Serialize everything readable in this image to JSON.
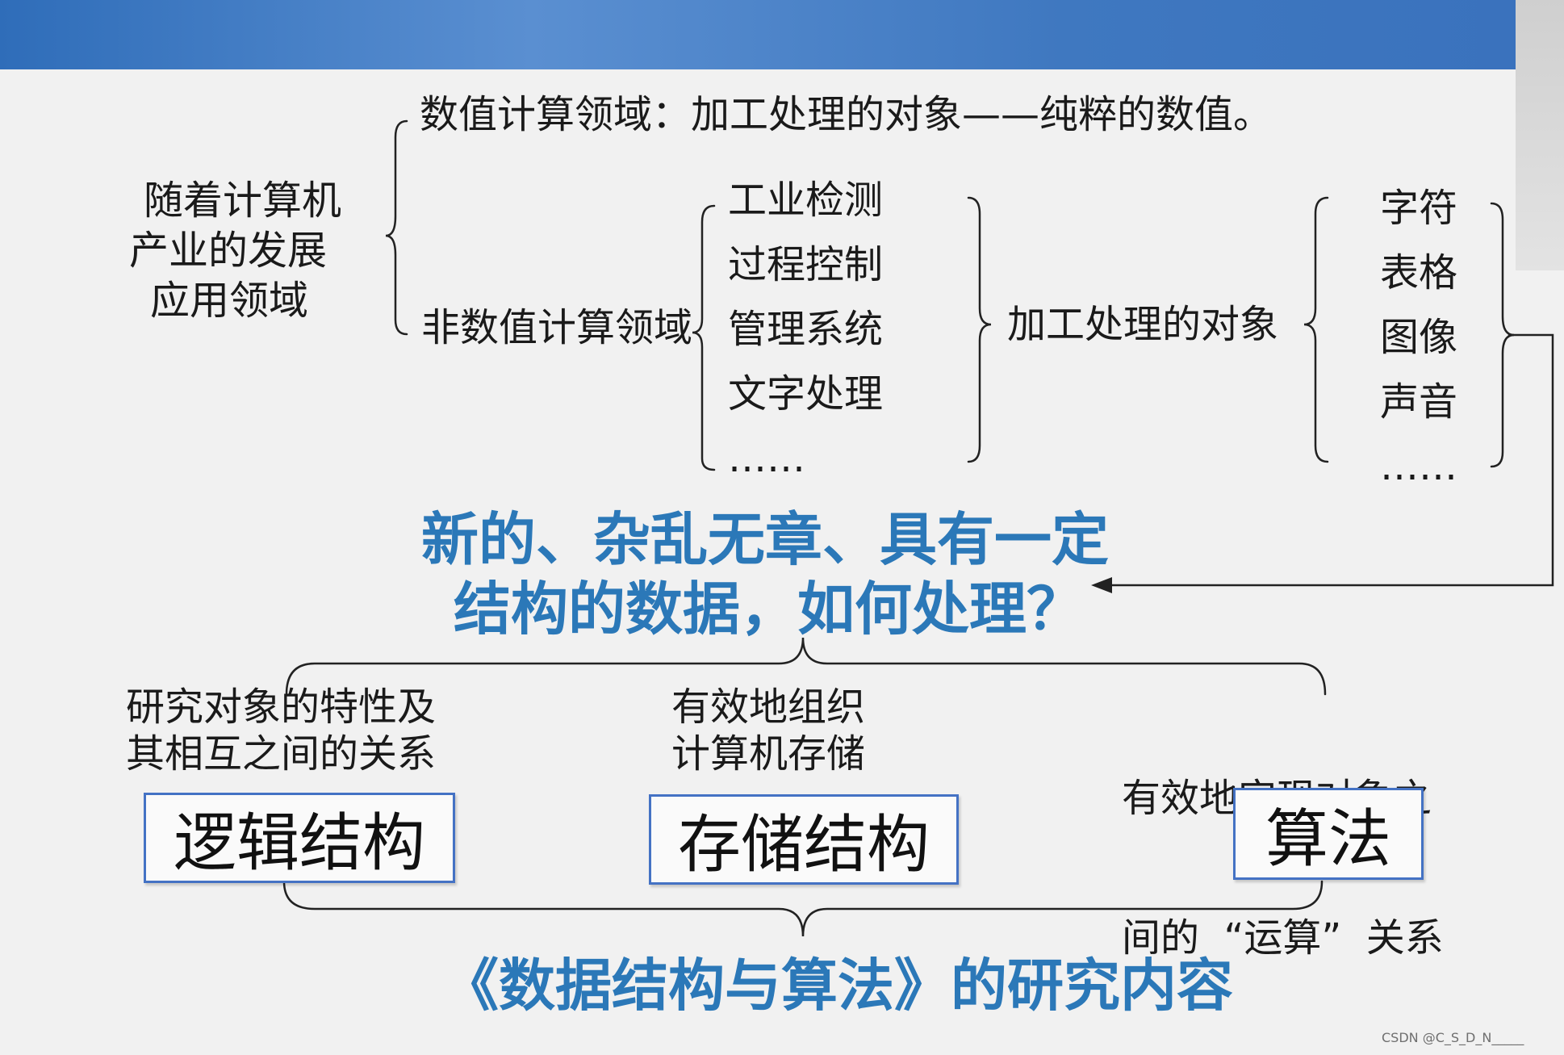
{
  "intro": [
    "随着计算机",
    "产业的发展",
    "应用领域"
  ],
  "numeric_domain": "数值计算领域：加工处理的对象——纯粹的数值。",
  "non_numeric_domain": "非数值计算领域",
  "applications": [
    "工业检测",
    "过程控制",
    "管理系统",
    "文字处理",
    "……"
  ],
  "processed_objects": "加工处理的对象",
  "object_types": [
    "字符",
    "表格",
    "图像",
    "声音",
    "……"
  ],
  "question": [
    "新的、杂乱无章、具有一定",
    "结构的数据，如何处理？"
  ],
  "aspects": [
    {
      "desc": [
        "研究对象的特性及",
        "其相互之间的关系"
      ],
      "label": "逻辑结构"
    },
    {
      "desc": [
        "有效地组织",
        "计算机存储"
      ],
      "label": "存储结构"
    },
    {
      "desc": [
        "有效地实现对象之",
        "间的  “运算”  关系"
      ],
      "label": "算法"
    }
  ],
  "conclusion": "《数据结构与算法》的研究内容",
  "watermark": "CSDN @C_S_D_N_____",
  "colors": {
    "accent_blue": "#2b78b8",
    "box_border": "#4472c4",
    "banner": "#3a72bd"
  }
}
